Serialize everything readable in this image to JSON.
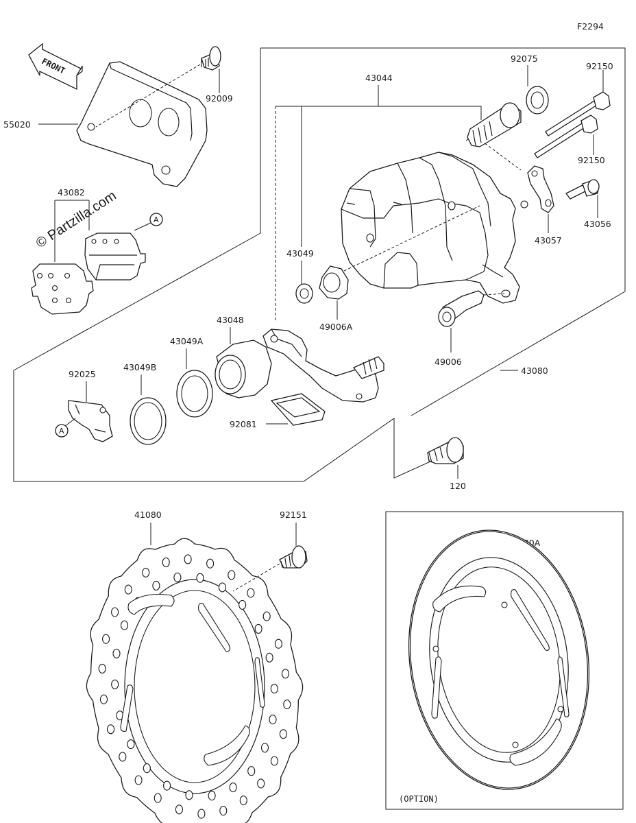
{
  "figure_code": "F2294",
  "watermark": "© Partzilla.com",
  "front_label": "FRONT",
  "ref_marker": "A",
  "option_label": "(OPTION)",
  "parts": {
    "p55020": "55020",
    "p92009": "92009",
    "p43082": "43082",
    "p43044": "43044",
    "p92075": "92075",
    "p92150a": "92150",
    "p92150b": "92150",
    "p43057": "43057",
    "p43056": "43056",
    "p43049": "43049",
    "p49006A": "49006A",
    "p49006": "49006",
    "p43080": "43080",
    "p43048": "43048",
    "p43049A": "43049A",
    "p43049B": "43049B",
    "p92025": "92025",
    "p92081": "92081",
    "p120": "120",
    "p41080": "41080",
    "p92151": "92151",
    "p41080A": "41080A"
  }
}
